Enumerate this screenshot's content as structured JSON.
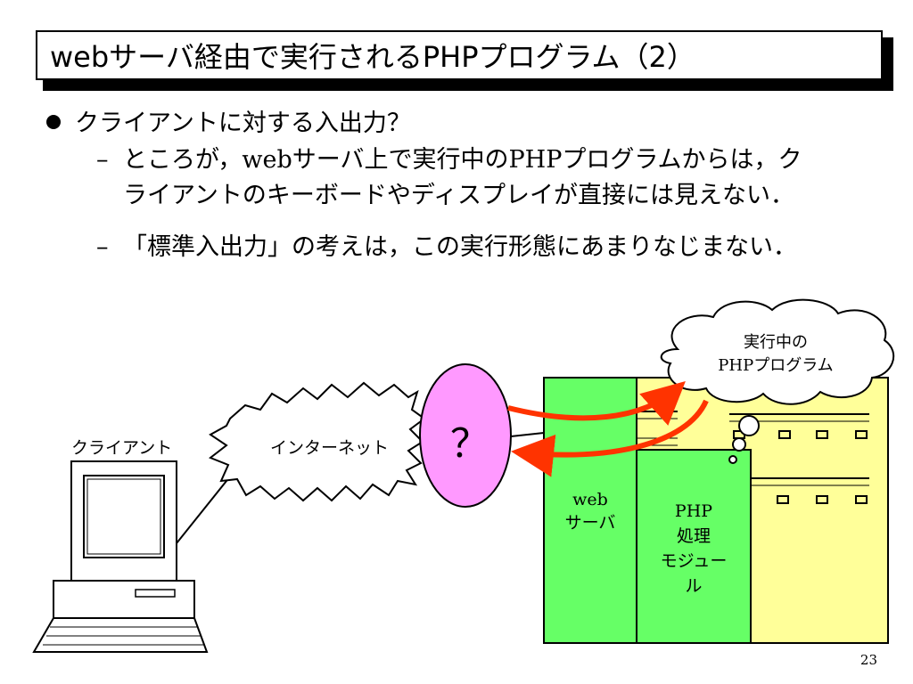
{
  "title": "webサーバ経由で実行されるPHPプログラム（2）",
  "bullet": "クライアントに対する入出力？",
  "sub_items": [
    {
      "line1": "ところが，webサーバ上で実行中のPHPプログラムからは，ク",
      "line2": "ライアントのキーボードやディスプレイが直接には見えない．"
    },
    {
      "line1": "「標準入出力」の考えは，この実行形態にあまりなじまない．"
    }
  ],
  "diagram": {
    "client_label": "クライアント",
    "internet_label": "インターネット",
    "question_mark": "？",
    "web_server_line1": "web",
    "web_server_line2": "サーバ",
    "php_module_line1": "PHP",
    "php_module_line2": "処理",
    "php_module_line3": "モジュー",
    "php_module_line4": "ル",
    "cloud_line1": "実行中の",
    "cloud_line2": "PHPプログラム"
  },
  "colors": {
    "server_box": "#ffff99",
    "green_module": "#66ff66",
    "question_oval": "#ff99ff",
    "arrow": "#ff3300"
  },
  "page_number": "23"
}
